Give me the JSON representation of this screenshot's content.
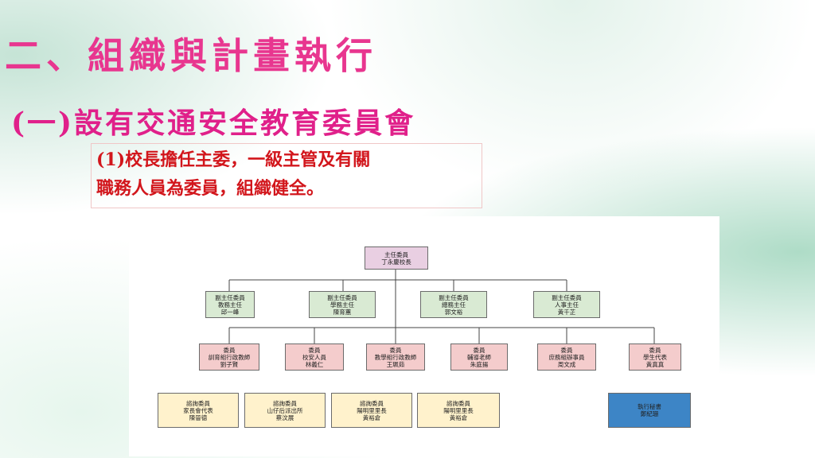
{
  "title": "二、組織與計畫執行",
  "subtitle": "(一)設有交通安全教育委員會",
  "note": {
    "line1": "(1)校長擔任主委，一級主管及有關",
    "line2": "職務人員為委員，組織健全。"
  },
  "org": {
    "chair": {
      "role": "主任委員",
      "name": "丁永慶校長"
    },
    "vice": [
      {
        "role": "副主任委員",
        "title": "教務主任",
        "name": "邱一峰"
      },
      {
        "role": "副主任委員",
        "title": "學務主任",
        "name": "陳育蕙"
      },
      {
        "role": "副主任委員",
        "title": "總務主任",
        "name": "郭文裕"
      },
      {
        "role": "副主任委員",
        "title": "人事主任",
        "name": "黃千芷"
      }
    ],
    "members": [
      {
        "role": "委員",
        "title": "訓育組行政教師",
        "name": "劉子賢"
      },
      {
        "role": "委員",
        "title": "校安人員",
        "name": "林義仁"
      },
      {
        "role": "委員",
        "title": "教學組行政教師",
        "name": "王珮茹"
      },
      {
        "role": "委員",
        "title": "輔導老師",
        "name": "朱庭揚"
      },
      {
        "role": "委員",
        "title": "庶務組辦事員",
        "name": "周文成"
      },
      {
        "role": "委員",
        "title": "學生代表",
        "name": "黃真真"
      }
    ],
    "advisors": [
      {
        "role": "諮詢委員",
        "title": "家長會代表",
        "name": "陳晉德"
      },
      {
        "role": "諮詢委員",
        "title": "山仔后派出所",
        "name": "蔡汶展"
      },
      {
        "role": "諮詢委員",
        "title": "陽明里里長",
        "name": "黃裕倉"
      },
      {
        "role": "諮詢委員",
        "title": "陽明里里長",
        "name": "黃裕倉"
      }
    ],
    "secretary": {
      "role": "執行秘書",
      "name": "鄭紀珊"
    }
  },
  "colors": {
    "title": "#e8368f",
    "note": "#d2161c",
    "chair_fill": "#e9cfe2",
    "vice_fill": "#d9ead3",
    "member_fill": "#f4cccc",
    "advisor_fill": "#fff2cc",
    "secretary_fill": "#3d85c6"
  }
}
